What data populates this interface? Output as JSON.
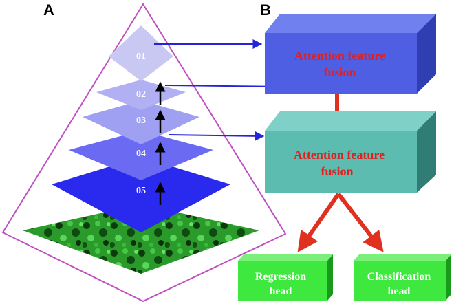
{
  "panels": {
    "a": "A",
    "b": "B"
  },
  "pyramid_layers": [
    {
      "label": "01",
      "color": "#c8c8f2"
    },
    {
      "label": "02",
      "color": "#b0b0f2"
    },
    {
      "label": "03",
      "color": "#a0a0f2"
    },
    {
      "label": "04",
      "color": "#6a6af2"
    },
    {
      "label": "05",
      "color": "#2a2aee"
    }
  ],
  "fusion_modules": [
    {
      "line1": "Attention feature",
      "line2": "fusion",
      "front": "#4f5fe3",
      "top": "#7080ee",
      "side": "#2f3eb0"
    },
    {
      "line1": "Attention feature",
      "line2": "fusion",
      "front": "#5cbcb0",
      "top": "#7fd0c6",
      "side": "#2f7d74"
    }
  ],
  "heads": {
    "regression": {
      "line1": "Regression",
      "line2": "head"
    },
    "classification": {
      "line1": "Classification",
      "line2": "head"
    }
  },
  "colors": {
    "pyramid_outline": "#c050c0",
    "feature_arrow": "#2525d8",
    "flow_arrow": "#e03020",
    "head_front": "#3ee83e",
    "head_side": "#1a9a1a"
  }
}
